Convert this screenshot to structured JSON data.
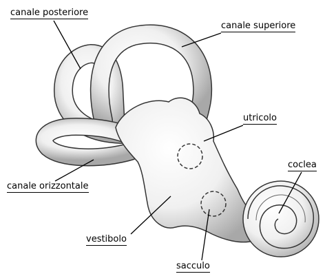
{
  "labels": {
    "canale_posteriore": "canale posteriore",
    "canale_superiore": "canale superiore",
    "utricolo": "utricolo",
    "coclea": "coclea",
    "canale_orizzontale": "canale orizzontale",
    "vestibolo": "vestibolo",
    "sacculo": "sacculo"
  },
  "colors": {
    "outline": "#333333",
    "fill": "#eeeeee",
    "shadow": "#9a9a9a"
  }
}
